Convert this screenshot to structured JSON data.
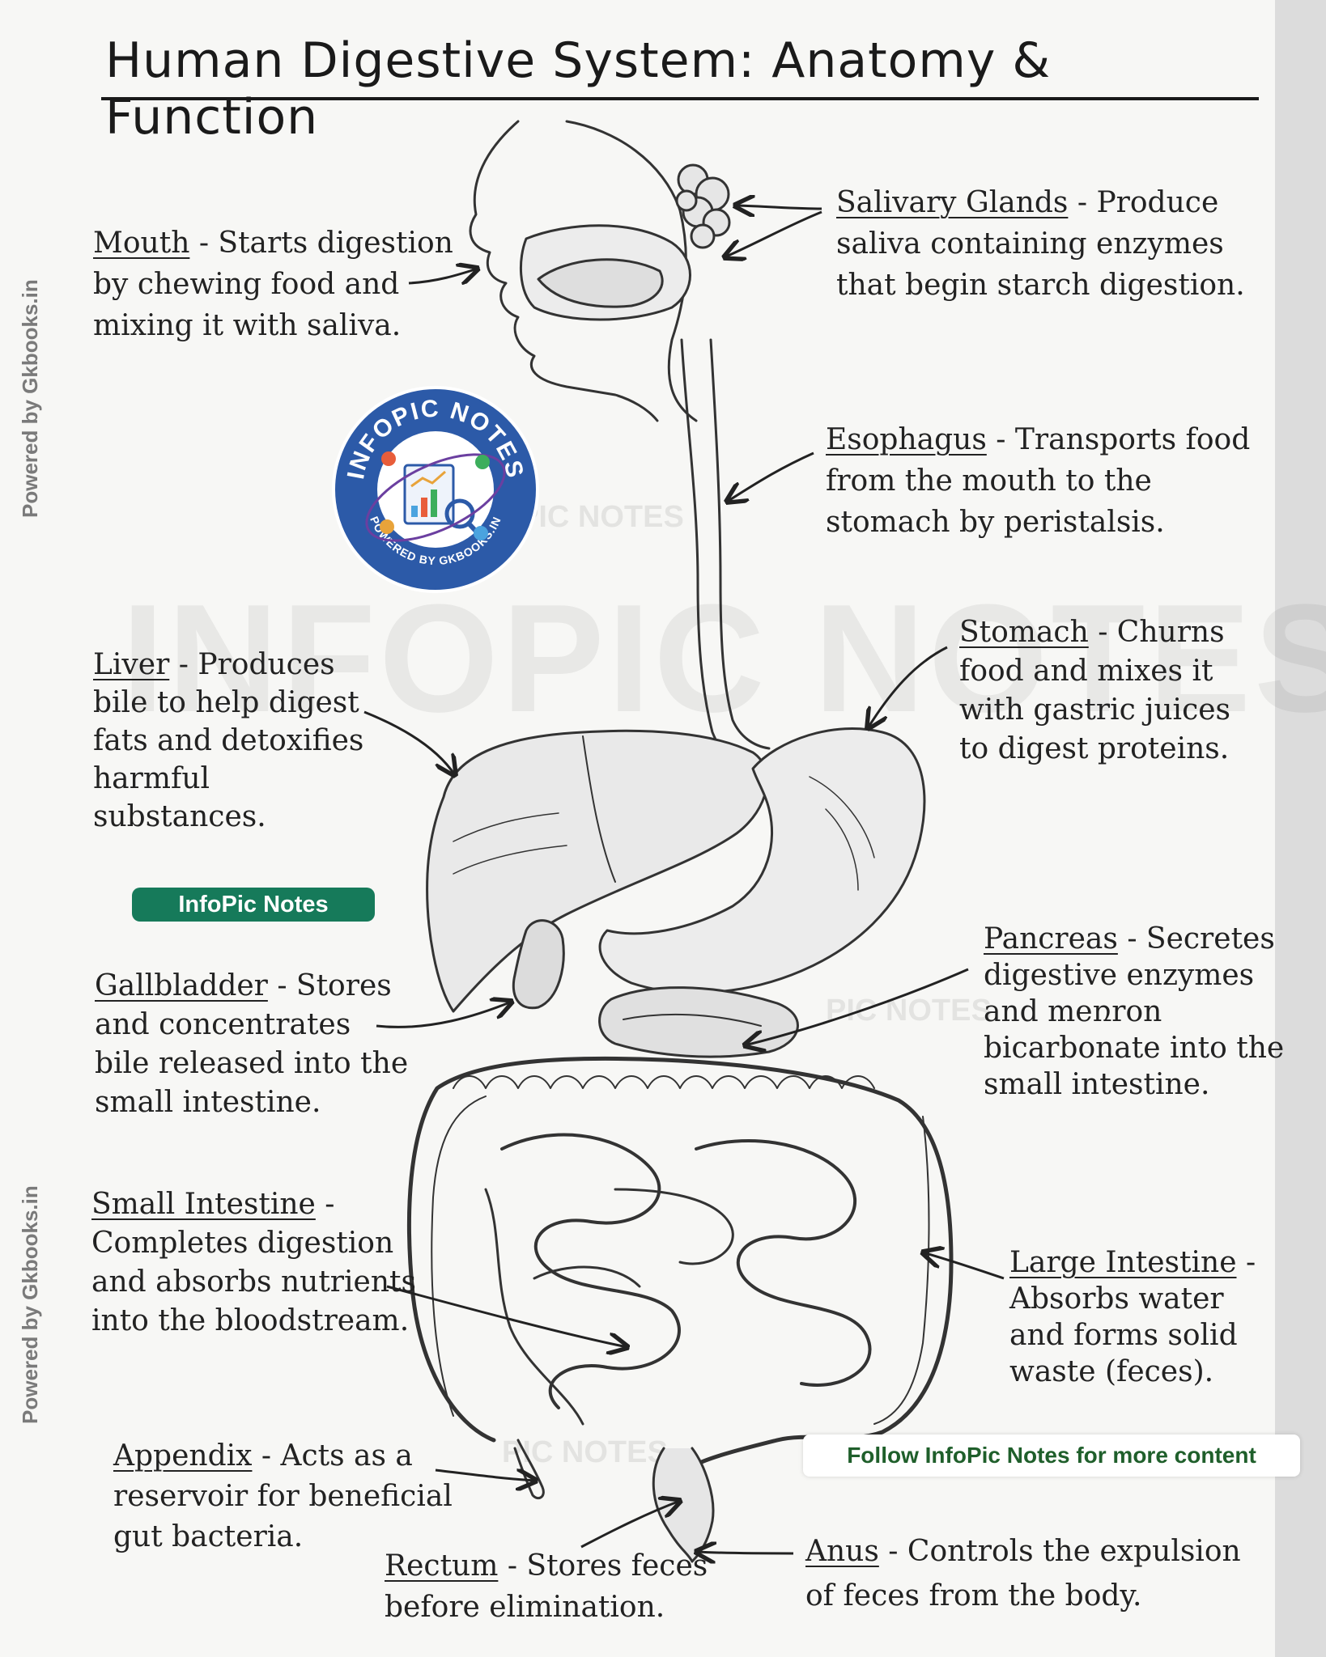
{
  "title": "Human Digestive System: Anatomy & Function",
  "side_watermark": "Powered by Gkbooks.in",
  "watermark": "INFOPIC NOTES",
  "watermark_small": "PIC NOTES",
  "logo": {
    "ring_text": "INFOPIC NOTES",
    "bottom_text": "POWERED BY GKBOOKS.IN"
  },
  "badge": "InfoPic Notes",
  "follow_banner": "Follow InfoPic Notes for more content",
  "labels": {
    "mouth": {
      "name": "Mouth",
      "rest": " - Starts digestion",
      "lines": [
        "by chewing food and",
        "mixing it with saliva."
      ]
    },
    "salivary": {
      "name": "Salivary Glands",
      "rest": " - Produce",
      "lines": [
        "saliva containing enzymes",
        "that begin starch digestion."
      ]
    },
    "esophagus": {
      "name": "Esophagus",
      "rest": " - Transports food",
      "lines": [
        "from the mouth to the",
        "stomach by peristalsis."
      ]
    },
    "liver": {
      "name": "Liver",
      "rest": " - Produces",
      "lines": [
        "bile to help digest",
        "fats and detoxifies",
        "harmful",
        "substances."
      ]
    },
    "stomach": {
      "name": "Stomach",
      "rest": " - Churns",
      "lines": [
        "food and mixes it",
        "with gastric juices",
        "to digest proteins."
      ]
    },
    "gallbladder": {
      "name": "Gallbladder",
      "rest": " - Stores",
      "lines": [
        "and concentrates",
        "bile released into the",
        "small intestine."
      ]
    },
    "pancreas": {
      "name": "Pancreas",
      "rest": " - Secretes",
      "lines": [
        "digestive enzymes",
        "and meռron",
        "bicarbonate into the",
        "small intestine."
      ]
    },
    "small_intestine": {
      "name": "Small Intestine",
      "rest": " -",
      "lines": [
        "Completes digestion",
        "and absorbs nutrients",
        "into the bloodstream."
      ]
    },
    "large_intestine": {
      "name": "Large Intestine",
      "rest": " -",
      "lines": [
        "Absorbs water",
        "and forms solid",
        "waste (feces)."
      ]
    },
    "appendix": {
      "name": "Appendix",
      "rest": " - Acts as a",
      "lines": [
        "reservoir for beneficial",
        "gut bacteria."
      ]
    },
    "rectum": {
      "name": "Rectum",
      "rest": " - Stores feces",
      "lines": [
        "before elimination."
      ]
    },
    "anus": {
      "name": "Anus",
      "rest": " - Controls the expulsion",
      "lines": [
        "of feces from the body."
      ]
    }
  }
}
